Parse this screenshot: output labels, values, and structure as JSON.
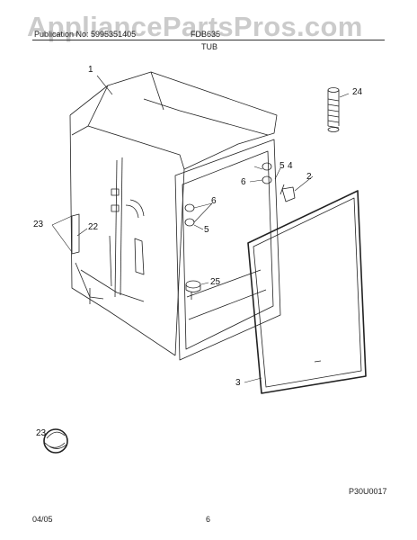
{
  "watermark": "AppliancePartsPros.com",
  "header": {
    "left_text": "Publication No: 5995351405",
    "right_text": "FDB635",
    "subtitle": "TUB"
  },
  "callouts": {
    "c1": "1",
    "c2": "2",
    "c3": "3",
    "c4": "4",
    "c5a": "5",
    "c5b": "5",
    "c6a": "6",
    "c6b": "6",
    "c22": "22",
    "c23a": "23",
    "c23b": "23",
    "c24": "24",
    "c25": "25"
  },
  "figure_code": "P30U0017",
  "footer": {
    "date": "04/05",
    "page": "6"
  }
}
